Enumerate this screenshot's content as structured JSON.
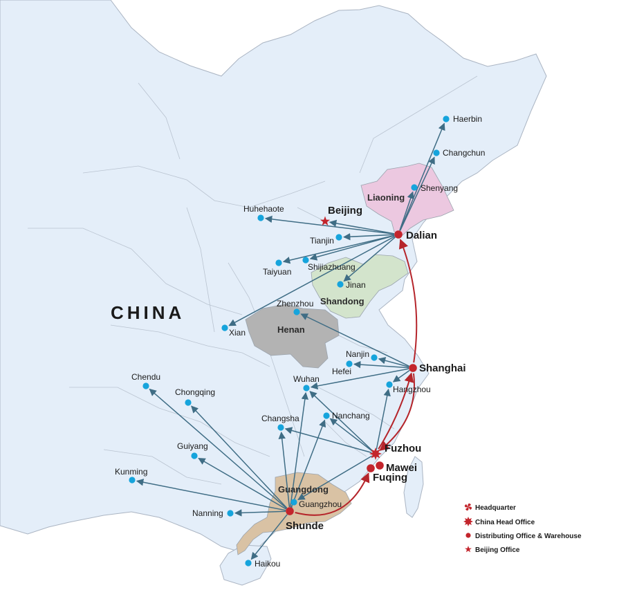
{
  "map": {
    "country_label": "CHINA",
    "colors": {
      "land": "#e4eef9",
      "border": "#aab4c2",
      "province_line": "#b9c3d0",
      "liaoning": "#ecc8e0",
      "shandong": "#d3e4cc",
      "henan": "#b3b3b3",
      "guangdong": "#d9c2a4",
      "route": "#3f6d85",
      "hq_route": "#b5252b",
      "city_dot": "#16a4dc",
      "hub_dot": "#c3252c"
    },
    "regions": [
      {
        "id": "liaoning",
        "label": "Liaoning"
      },
      {
        "id": "shandong",
        "label": "Shandong"
      },
      {
        "id": "henan",
        "label": "Henan"
      },
      {
        "id": "guangdong",
        "label": "Guangdong"
      }
    ],
    "hubs": [
      {
        "id": "dalian",
        "label": "Dalian"
      },
      {
        "id": "shanghai",
        "label": "Shanghai"
      },
      {
        "id": "fuzhou",
        "label": "Fuzhou"
      },
      {
        "id": "mawei",
        "label": "Mawei"
      },
      {
        "id": "fuqing",
        "label": "Fuqing"
      },
      {
        "id": "shunde",
        "label": "Shunde"
      },
      {
        "id": "beijing",
        "label": "Beijing"
      }
    ],
    "cities": [
      {
        "id": "haerbin",
        "label": "Haerbin"
      },
      {
        "id": "changchun",
        "label": "Changchun"
      },
      {
        "id": "shenyang",
        "label": "Shenyang"
      },
      {
        "id": "huhehaote",
        "label": "Huhehaote"
      },
      {
        "id": "tianjin",
        "label": "Tianjin"
      },
      {
        "id": "shijiazhuang",
        "label": "Shijiazhuang"
      },
      {
        "id": "taiyuan",
        "label": "Taiyuan"
      },
      {
        "id": "jinan",
        "label": "Jinan"
      },
      {
        "id": "zhenzhou",
        "label": "Zhenzhou"
      },
      {
        "id": "xian",
        "label": "Xian"
      },
      {
        "id": "nanjin",
        "label": "Nanjin"
      },
      {
        "id": "hefei",
        "label": "Hefei"
      },
      {
        "id": "wuhan",
        "label": "Wuhan"
      },
      {
        "id": "hangzhou",
        "label": "Hangzhou"
      },
      {
        "id": "nanchang",
        "label": "Nanchang"
      },
      {
        "id": "changsha",
        "label": "Changsha"
      },
      {
        "id": "chendu",
        "label": "Chendu"
      },
      {
        "id": "chongqing",
        "label": "Chongqing"
      },
      {
        "id": "guiyang",
        "label": "Guiyang"
      },
      {
        "id": "kunming",
        "label": "Kunming"
      },
      {
        "id": "guangzhou",
        "label": "Guangzhou"
      },
      {
        "id": "nanning",
        "label": "Nanning"
      },
      {
        "id": "haikou",
        "label": "Haikou"
      }
    ],
    "routes": [
      {
        "from": "dalian",
        "to": "haerbin"
      },
      {
        "from": "dalian",
        "to": "changchun"
      },
      {
        "from": "dalian",
        "to": "shenyang"
      },
      {
        "from": "dalian",
        "to": "beijing"
      },
      {
        "from": "dalian",
        "to": "huhehaote"
      },
      {
        "from": "dalian",
        "to": "tianjin"
      },
      {
        "from": "dalian",
        "to": "shijiazhuang"
      },
      {
        "from": "dalian",
        "to": "taiyuan"
      },
      {
        "from": "dalian",
        "to": "jinan"
      },
      {
        "from": "dalian",
        "to": "xian"
      },
      {
        "from": "shanghai",
        "to": "zhenzhou"
      },
      {
        "from": "shanghai",
        "to": "nanjin"
      },
      {
        "from": "shanghai",
        "to": "hefei"
      },
      {
        "from": "shanghai",
        "to": "wuhan"
      },
      {
        "from": "shanghai",
        "to": "hangzhou"
      },
      {
        "from": "fuzhou",
        "to": "nanchang"
      },
      {
        "from": "fuzhou",
        "to": "changsha"
      },
      {
        "from": "fuzhou",
        "to": "wuhan"
      },
      {
        "from": "fuzhou",
        "to": "hangzhou"
      },
      {
        "from": "fuzhou",
        "to": "guangzhou"
      },
      {
        "from": "shunde",
        "to": "chendu"
      },
      {
        "from": "shunde",
        "to": "chongqing"
      },
      {
        "from": "shunde",
        "to": "guiyang"
      },
      {
        "from": "shunde",
        "to": "kunming"
      },
      {
        "from": "shunde",
        "to": "nanning"
      },
      {
        "from": "shunde",
        "to": "haikou"
      },
      {
        "from": "shunde",
        "to": "changsha"
      },
      {
        "from": "shunde",
        "to": "wuhan"
      },
      {
        "from": "shunde",
        "to": "nanchang"
      },
      {
        "from": "shunde",
        "to": "guangzhou"
      }
    ],
    "hq_routes": [
      {
        "from": "shanghai",
        "to": "dalian"
      },
      {
        "from": "fuzhou",
        "to": "shanghai"
      },
      {
        "from": "shanghai",
        "to": "fuzhou"
      },
      {
        "from": "shunde",
        "to": "fuqing"
      }
    ]
  },
  "legend": {
    "items": [
      {
        "id": "headquarter",
        "icon": "pinwheel-icon",
        "label": "Headquarter"
      },
      {
        "id": "china-head-office",
        "icon": "starburst-icon",
        "label": "China Head Office"
      },
      {
        "id": "distributing-office",
        "icon": "dot-icon",
        "label": "Distributing Office & Warehouse"
      },
      {
        "id": "beijing-office",
        "icon": "star-icon",
        "label": "Beijing Office"
      }
    ]
  }
}
